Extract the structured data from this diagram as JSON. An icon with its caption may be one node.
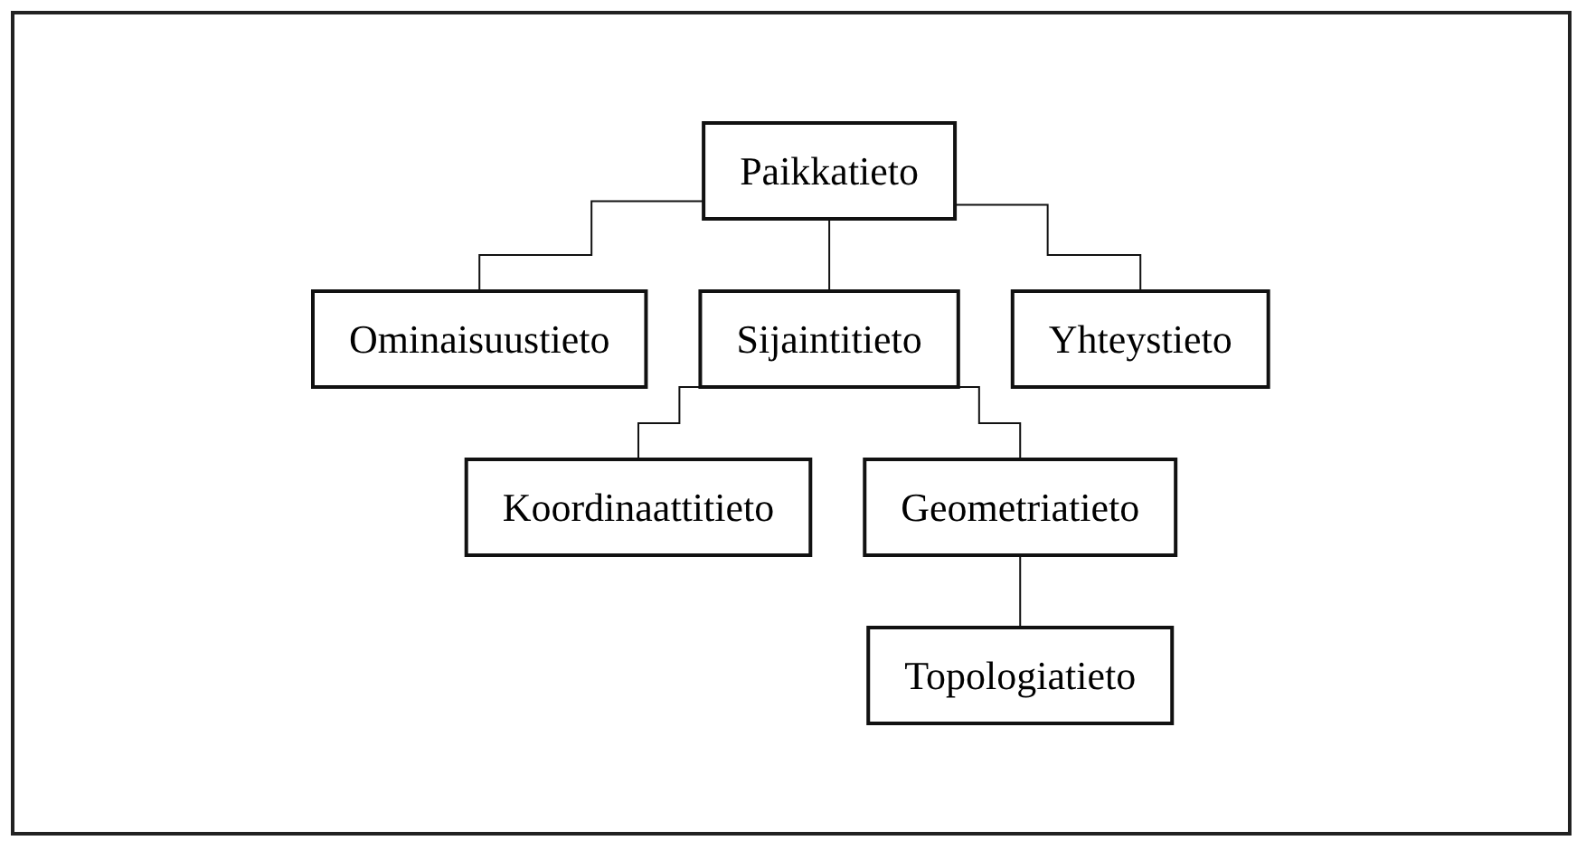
{
  "diagram": {
    "nodes": [
      {
        "text": [
          "Paikkatieto"
        ]
      },
      {
        "text": [
          "Ominaisuustieto"
        ]
      },
      {
        "text": [
          "Sijaintitieto"
        ]
      },
      {
        "text": [
          "Yhteystieto"
        ]
      },
      {
        "text": [
          "Koordinaattitieto"
        ]
      },
      {
        "text": [
          "Geometriatieto"
        ]
      },
      {
        "text": [
          "Topologiatieto"
        ]
      }
    ],
    "edges": [
      {
        "from": 0,
        "to": 1,
        "arrow": "none"
      },
      {
        "from": 0,
        "to": 2,
        "arrow": "none"
      },
      {
        "from": 0,
        "to": 3,
        "arrow": "none"
      },
      {
        "from": 2,
        "to": 4,
        "arrow": "none"
      },
      {
        "from": 2,
        "to": 5,
        "arrow": "none"
      },
      {
        "from": 5,
        "to": 6,
        "arrow": "none"
      }
    ]
  }
}
